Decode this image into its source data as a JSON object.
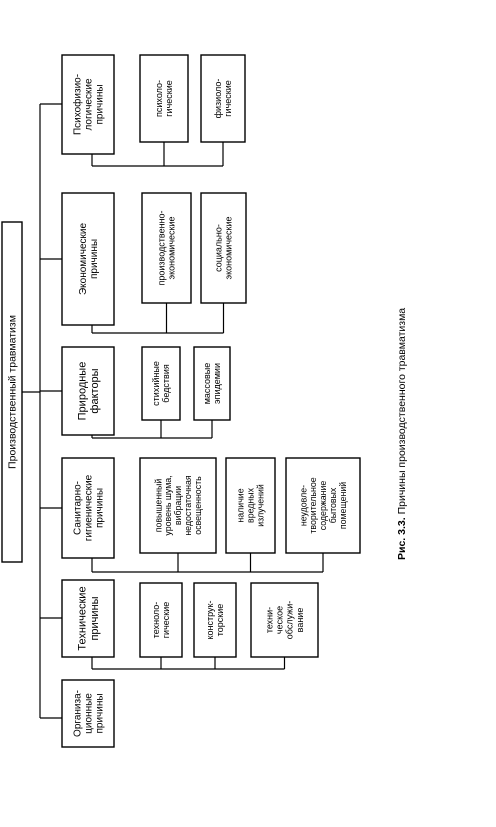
{
  "root": {
    "lines": [
      "Производственный травматизм"
    ]
  },
  "categories": [
    {
      "id": "org",
      "lines": [
        "Организа-",
        "ционные",
        "причины"
      ],
      "children": []
    },
    {
      "id": "tech",
      "lines": [
        "Технические",
        "причины"
      ],
      "children": [
        {
          "lines": [
            "техноло-",
            "гические"
          ]
        },
        {
          "lines": [
            "конструк-",
            "торские"
          ]
        },
        {
          "lines": [
            "техни-",
            "ческое",
            "обслужи-",
            "вание"
          ]
        }
      ]
    },
    {
      "id": "san",
      "lines": [
        "Санитарно-",
        "гигиенические",
        "причины"
      ],
      "children": [
        {
          "lines": [
            "повышенный",
            "уровень шума,",
            "вибрации",
            "недостаточная",
            "освещенность"
          ]
        },
        {
          "lines": [
            "наличие",
            "вредных",
            "излучений"
          ]
        },
        {
          "lines": [
            "неудовле-",
            "творительное",
            "содержание",
            "бытовых",
            "помещений"
          ]
        }
      ]
    },
    {
      "id": "nat",
      "lines": [
        "Природные",
        "факторы"
      ],
      "children": [
        {
          "lines": [
            "стихийные",
            "бедствия"
          ]
        },
        {
          "lines": [
            "массовые",
            "эпидемии"
          ]
        }
      ]
    },
    {
      "id": "econ",
      "lines": [
        "Экономические",
        "причины"
      ],
      "children": [
        {
          "lines": [
            "производственно-",
            "экономические"
          ]
        },
        {
          "lines": [
            "социально-",
            "экономические"
          ]
        }
      ]
    },
    {
      "id": "psy",
      "lines": [
        "Психофизио-",
        "логические",
        "причины"
      ],
      "children": [
        {
          "lines": [
            "психоло-",
            "гические"
          ]
        },
        {
          "lines": [
            "физиоло-",
            "гические"
          ]
        }
      ]
    }
  ],
  "caption": {
    "label": "Рис. 3.3.",
    "text": "Причины производственного травматизма"
  }
}
